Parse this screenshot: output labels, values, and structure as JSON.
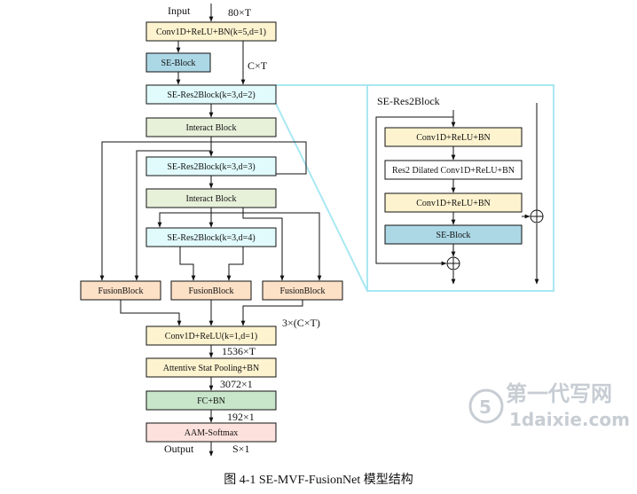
{
  "main": {
    "input_label": "Input",
    "input_dim": "80×T",
    "conv_in": "Conv1D+ReLU+BN(k=5,d=1)",
    "se_block": "SE-Block",
    "ct_label": "C×T",
    "res2_1": "SE-Res2Block(k=3,d=2)",
    "interact_1": "Interact Block",
    "res2_2": "SE-Res2Block(k=3,d=3)",
    "interact_2": "Interact Block",
    "res2_3": "SE-Res2Block(k=3,d=4)",
    "fusion_1": "FusionBlock",
    "fusion_2": "FusionBlock",
    "fusion_3": "FusionBlock",
    "concat_dim": "3×(C×T)",
    "conv_out": "Conv1D+ReLU(k=1,d=1)",
    "dim_1536": "1536×T",
    "pooling": "Attentive Stat Pooling+BN",
    "dim_3072": "3072×1",
    "fc": "FC+BN",
    "dim_192": "192×1",
    "aam": "AAM-Softmax",
    "output_label": "Output",
    "output_dim": "S×1"
  },
  "detail": {
    "title": "SE-Res2Block",
    "conv_a": "Conv1D+ReLU+BN",
    "res2_dilated": "Res2 Dilated Conv1D+ReLU+BN",
    "conv_b": "Conv1D+ReLU+BN",
    "se_block": "SE-Block"
  },
  "caption": "图 4-1  SE-MVF-FusionNet 模型结构",
  "watermark": {
    "cn": "第一代写网",
    "url": "1daixie.com"
  },
  "colors": {
    "yellow": "#fdf3cf",
    "blue": "#acd8e6",
    "cyan": "#e1fbfd",
    "green_light": "#e7f0d9",
    "orange": "#fde1c7",
    "green": "#c8e6c9",
    "pink": "#fde1dd",
    "zoom_outline": "#a9e8f2"
  }
}
